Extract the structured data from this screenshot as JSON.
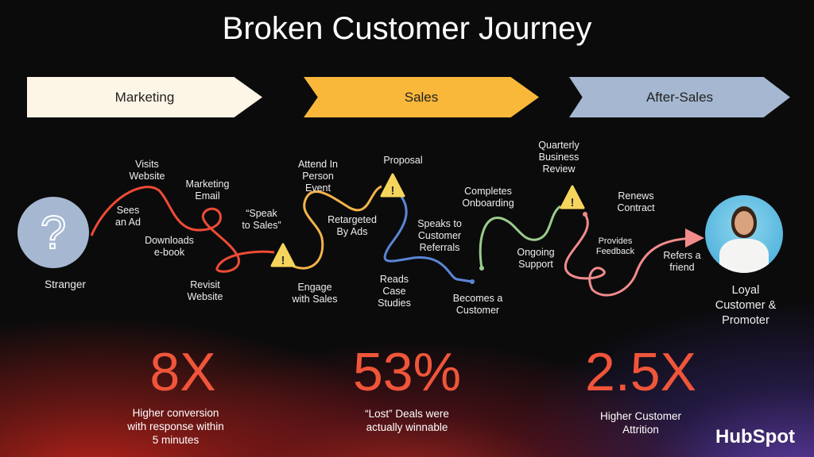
{
  "title": "Broken Customer Journey",
  "stages": [
    "Marketing",
    "Sales",
    "After-Sales"
  ],
  "colors": {
    "marketing": "#fdf5e6",
    "sales": "#f9b83a",
    "after_sales": "#a6b8d1",
    "stat": "#f0553a"
  },
  "start": {
    "icon": "question-icon",
    "label": "Stranger"
  },
  "end": {
    "label": "Loyal\nCustomer &\nPromoter"
  },
  "steps": {
    "sees_ad": "Sees\nan Ad",
    "visits_website": "Visits\nWebsite",
    "downloads": "Downloads\ne-book",
    "marketing_email": "Marketing\nEmail",
    "revisit": "Revisit\nWebsite",
    "speak": "“Speak\nto Sales”",
    "engage": "Engage\nwith Sales",
    "attend": "Attend In\nPerson\nEvent",
    "retargeted": "Retargeted\nBy Ads",
    "proposal": "Proposal",
    "reads": "Reads\nCase\nStudies",
    "speaks_ref": "Speaks to\nCustomer\nReferrals",
    "becomes": "Becomes a\nCustomer",
    "completes": "Completes\nOnboarding",
    "ongoing": "Ongoing\nSupport",
    "qbr": "Quarterly\nBusiness\nReview",
    "renews": "Renews\nContract",
    "feedback": "Provides\nFeedback",
    "refers": "Refers a\nfriend"
  },
  "stats": [
    {
      "value": "8X",
      "caption": "Higher conversion\nwith response within\n5 minutes"
    },
    {
      "value": "53%",
      "caption": "“Lost” Deals were\nactually winnable"
    },
    {
      "value": "2.5X",
      "caption": "Higher Customer\nAttrition"
    }
  ],
  "logo": "HubSpot"
}
